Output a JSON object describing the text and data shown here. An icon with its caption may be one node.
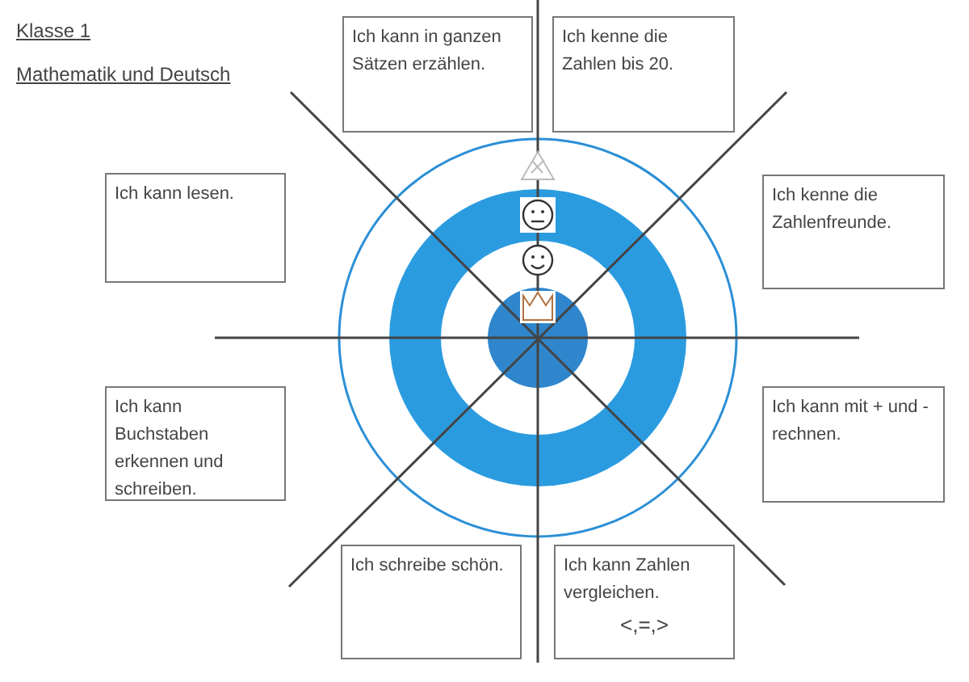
{
  "diagram": {
    "nodes": [
      {
        "text": [
          "Ich kann in ganzen Sätzen erzählen."
        ]
      },
      {
        "text": [
          "Ich kenne die Zahlen bis 20."
        ]
      },
      {
        "text": [
          "Ich kann lesen."
        ]
      },
      {
        "text": [
          "Ich kenne die Zahlenfreunde."
        ]
      },
      {
        "text": [
          "Ich kann Buchstaben erkennen und schreiben."
        ]
      },
      {
        "text": [
          "Ich kann mit + und - rechnen."
        ]
      },
      {
        "text": [
          "Ich schreibe schön."
        ]
      },
      {
        "text": [
          "Ich kann Zahlen vergleichen.",
          "<,=,>"
        ]
      }
    ],
    "labels": [
      "Klasse 1",
      "Mathematik und Deutsch"
    ]
  }
}
